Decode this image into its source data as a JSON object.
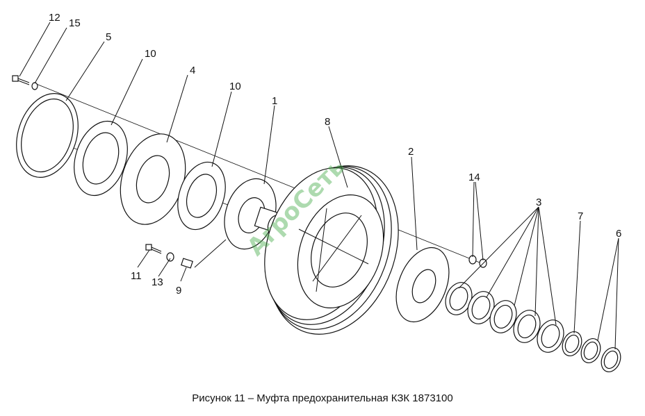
{
  "figure": {
    "caption": "Рисунок 11 – Муфта предохранительная КЗК 1873100",
    "watermark": "АгроСеть"
  },
  "callouts": [
    {
      "id": "c12",
      "label": "12"
    },
    {
      "id": "c15",
      "label": "15"
    },
    {
      "id": "c5",
      "label": "5"
    },
    {
      "id": "c10a",
      "label": "10"
    },
    {
      "id": "c4",
      "label": "4"
    },
    {
      "id": "c10b",
      "label": "10"
    },
    {
      "id": "c1",
      "label": "1"
    },
    {
      "id": "c8",
      "label": "8"
    },
    {
      "id": "c2",
      "label": "2"
    },
    {
      "id": "c14",
      "label": "14"
    },
    {
      "id": "c3",
      "label": "3"
    },
    {
      "id": "c7",
      "label": "7"
    },
    {
      "id": "c6",
      "label": "6"
    },
    {
      "id": "c11",
      "label": "11"
    },
    {
      "id": "c13",
      "label": "13"
    },
    {
      "id": "c9",
      "label": "9"
    }
  ]
}
